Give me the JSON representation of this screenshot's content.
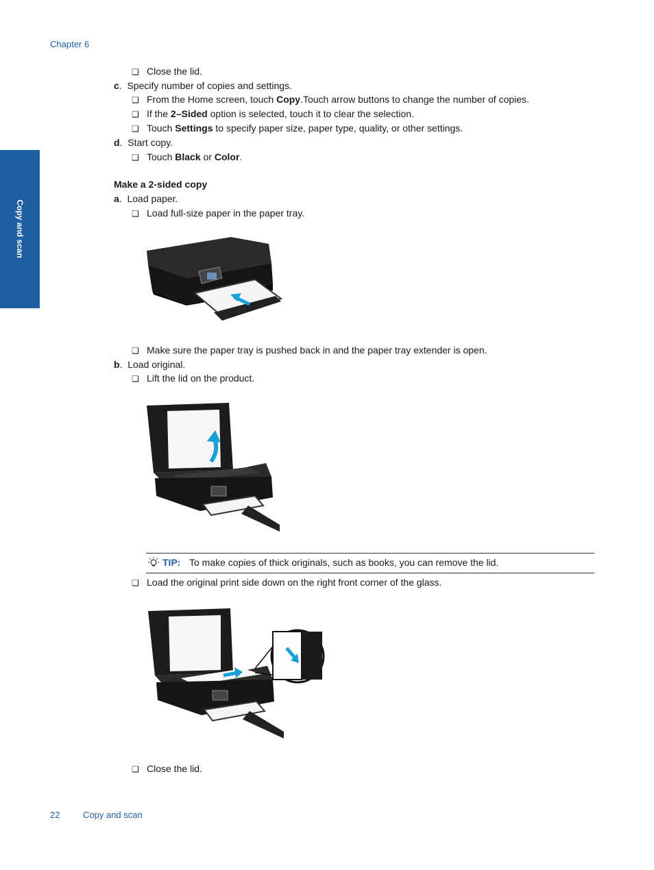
{
  "header": {
    "chapter": "Chapter 6"
  },
  "side_tab": {
    "label": "Copy and scan"
  },
  "checkbox_glyph": "❑",
  "lines1": {
    "b1": "Close the lid.",
    "c_letter": "c",
    "c_text": "Specify number of copies and settings.",
    "c1_a": "From the Home screen, touch ",
    "c1_b": "Copy",
    "c1_c": ".Touch arrow buttons to change the number of copies.",
    "c2_a": "If the ",
    "c2_b": "2–Sided",
    "c2_c": " option is selected, touch it to clear the selection.",
    "c3_a": "Touch ",
    "c3_b": "Settings",
    "c3_c": " to specify paper size, paper type, quality, or other settings.",
    "d_letter": "d",
    "d_text": "Start copy.",
    "d1_a": "Touch ",
    "d1_b": "Black",
    "d1_c": " or ",
    "d1_d": "Color",
    "d1_e": "."
  },
  "section": {
    "heading": "Make a 2-sided copy",
    "a_letter": "a",
    "a_text": "Load paper.",
    "a1": "Load full-size paper in the paper tray.",
    "a2": "Make sure the paper tray is pushed back in and the paper tray extender is open.",
    "b_letter": "b",
    "b_text": "Load original.",
    "b1": "Lift the lid on the product.",
    "b2": "Load the original print side down on the right front corner of the glass.",
    "b3": "Close the lid."
  },
  "tip": {
    "label": "TIP:",
    "text": "To make copies of thick originals, such as books, you can remove the lid."
  },
  "footer": {
    "page": "22",
    "title": "Copy and scan"
  },
  "colors": {
    "accent": "#1f5ea8",
    "tab": "#1f5fa3",
    "arrow": "#1aa0d8"
  },
  "icons": [
    "lightbulb-icon",
    "checkbox-icon",
    "arrow-icon"
  ]
}
